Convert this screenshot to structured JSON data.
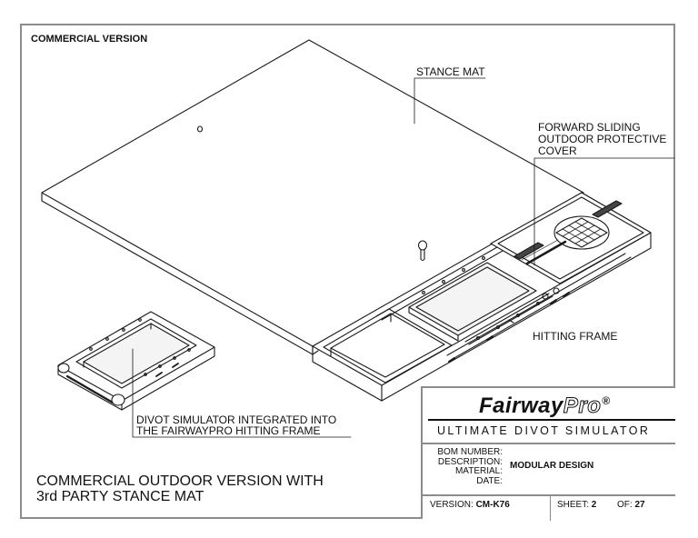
{
  "header": {
    "version_label": "COMMERCIAL VERSION"
  },
  "callouts": {
    "stance_mat": "STANCE MAT",
    "cover_line1": "FORWARD SLIDING",
    "cover_line2": "OUTDOOR PROTECTIVE",
    "cover_line3": "COVER",
    "hitting_frame": "HITTING FRAME",
    "divot_line1": "DIVOT SIMULATOR INTEGRATED INTO",
    "divot_line2": "THE FAIRWAYPRO HITTING FRAME"
  },
  "caption": {
    "line1": "COMMERCIAL OUTDOOR VERSION WITH",
    "line2": "3rd PARTY STANCE MAT"
  },
  "title_block": {
    "logo_fairway": "Fairway",
    "logo_pro": "Pro",
    "logo_reg": "®",
    "subtitle": "ULTIMATE DIVOT SIMULATOR",
    "fields": {
      "bom_label": "BOM NUMBER:",
      "description_label": "DESCRIPTION:",
      "material_label": "MATERIAL:",
      "date_label": "DATE:"
    },
    "description_value": "MODULAR DESIGN",
    "version_label": "VERSION:",
    "version_value": "CM-K76",
    "sheet_label": "SHEET:",
    "sheet_value": "2",
    "of_label": "OF:",
    "of_value": "27"
  }
}
